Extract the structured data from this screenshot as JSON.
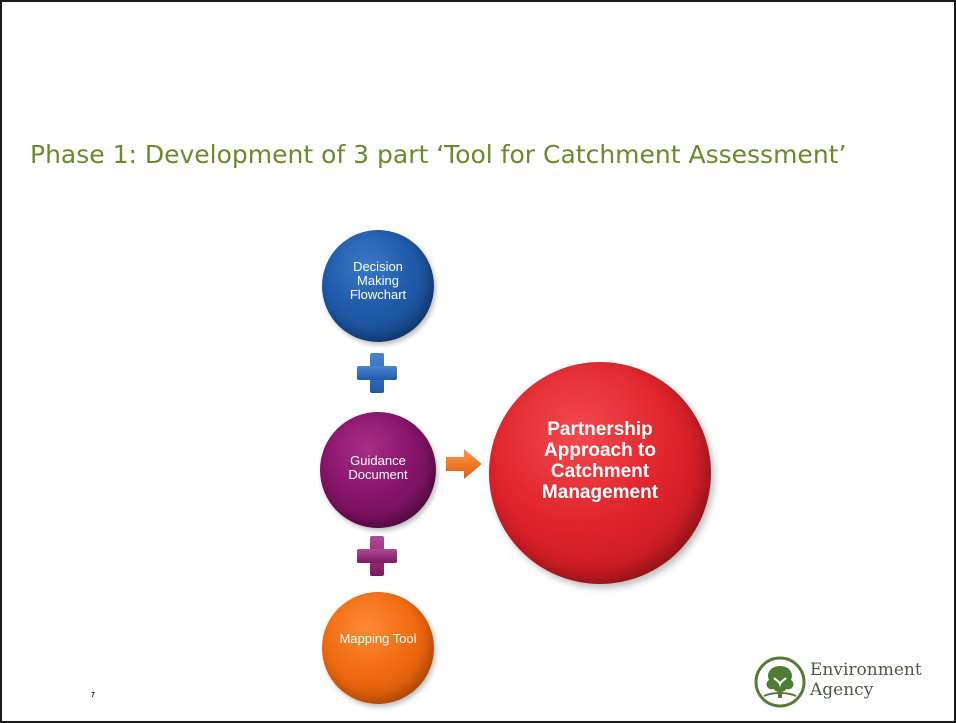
{
  "slide": {
    "title": "Phase 1: Development of 3 part ‘Tool for Catchment Assessment’",
    "page_number": "7"
  },
  "diagram": {
    "components": [
      {
        "label": "Decision Making Flowchart",
        "color": "#1f5aa8"
      },
      {
        "label": "Guidance Document",
        "color": "#86146a"
      },
      {
        "label": "Mapping Tool",
        "color": "#f06a10"
      }
    ],
    "operators": [
      {
        "symbol": "plus-icon",
        "color": "#1f5aa8"
      },
      {
        "symbol": "plus-icon",
        "color": "#7e1862"
      }
    ],
    "arrow": {
      "symbol": "right-arrow-icon",
      "color": "#f06a10"
    },
    "outcome": {
      "label": "Partnership Approach to Catchment Management",
      "color": "#e0242c"
    }
  },
  "logo": {
    "line1": "Environment",
    "line2": "Agency",
    "color": "#4d5a45"
  }
}
